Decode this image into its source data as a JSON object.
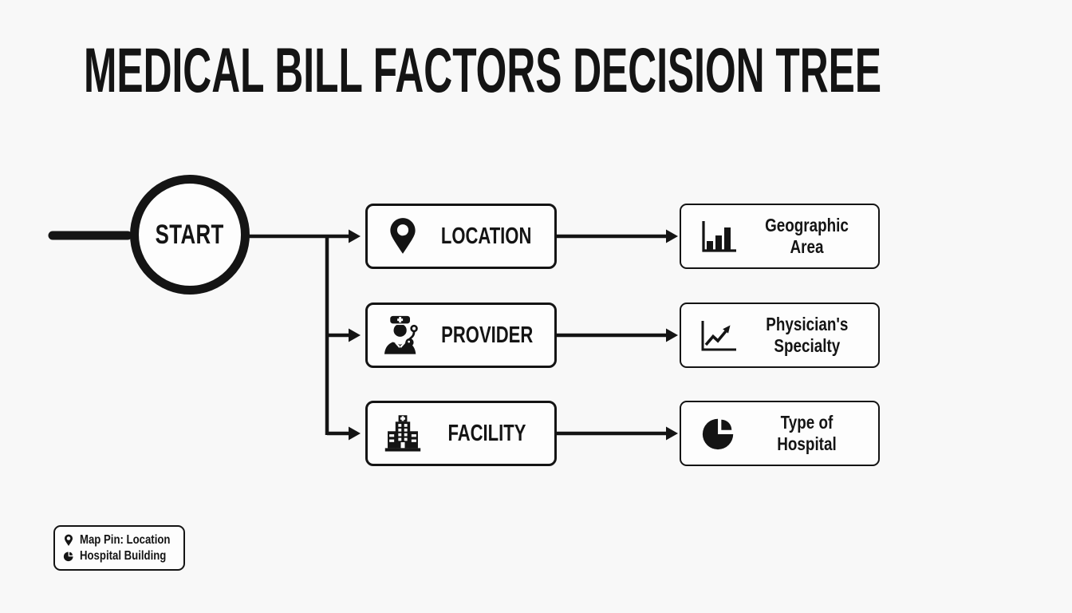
{
  "title": "MEDICAL BILL FACTORS DECISION TREE",
  "colors": {
    "background": "#f8f8f8",
    "ink": "#141414",
    "node_fill": "#fdfdfd"
  },
  "start_node": {
    "label": "START"
  },
  "factors": [
    {
      "label": "LOCATION",
      "icon": "map-pin",
      "outcome": {
        "label": "Geographic Area",
        "icon": "bar-chart"
      }
    },
    {
      "label": "PROVIDER",
      "icon": "doctor",
      "outcome": {
        "label": "Physician's\nSpecialty",
        "icon": "line-chart"
      }
    },
    {
      "label": "FACILITY",
      "icon": "hospital-building",
      "outcome": {
        "label": "Type of Hospital",
        "icon": "pie-chart"
      }
    }
  ],
  "legend": {
    "items": [
      {
        "icon": "map-pin",
        "label": "Map Pin: Location"
      },
      {
        "icon": "pie-chart",
        "label": "Hospital Building"
      }
    ]
  }
}
